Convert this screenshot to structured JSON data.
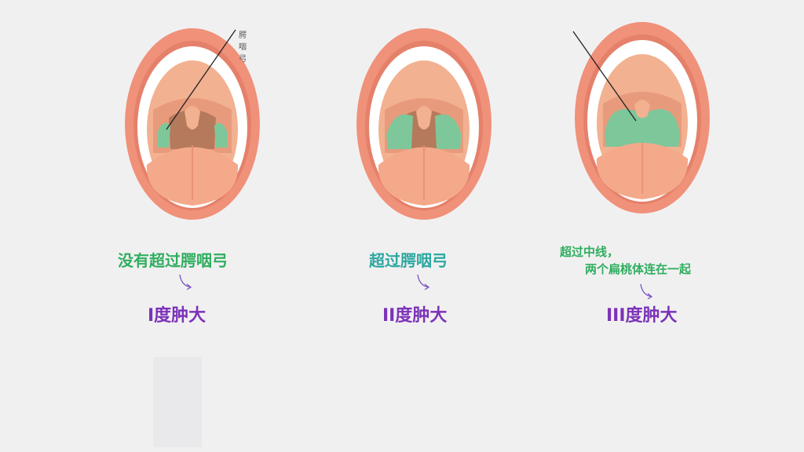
{
  "pointer_label": "腭咽弓",
  "panels": [
    {
      "description": "没有超过腭咽弓",
      "description_color": "#2fae5f",
      "grade": "I度肿大"
    },
    {
      "description": "超过腭咽弓",
      "description_color": "#2ca7a0",
      "grade": "II度肿大"
    },
    {
      "description_line1": "超过中线，",
      "description_line2": "两个扁桃体连在一起",
      "grade": "III度肿大"
    }
  ],
  "colors": {
    "lip": "#f0917a",
    "lip_inner": "#e2725c",
    "palate": "#f2b191",
    "throat": "#b57a5c",
    "tongue": "#f4a98a",
    "tonsil": "#7ec79a",
    "teeth": "#ffffff",
    "grade_text": "#7b33b8"
  }
}
